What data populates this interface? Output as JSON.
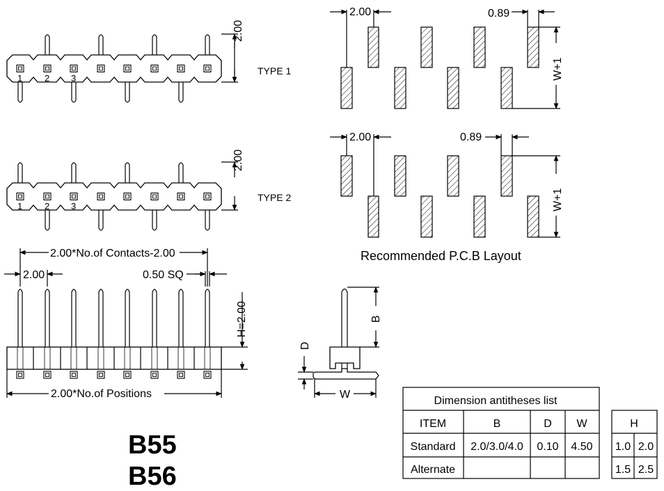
{
  "header_drawing": {
    "type1_label": "TYPE 1",
    "type2_label": "TYPE 2",
    "pitch_label": "2.00",
    "pin_numbers": [
      "1",
      "2",
      "3"
    ],
    "contact_span_label": "2.00*No.of Contacts-2.00",
    "pitch_side_label": "2.00",
    "pin_size_label": "0.50 SQ",
    "h_label": "H=2.00",
    "positions_span_label": "2.00*No.of Positions",
    "b_label": "B",
    "d_label": "D",
    "w_label": "W"
  },
  "pcb_layout": {
    "pitch_label": "2.00",
    "pad_width_label": "0.89",
    "row_gap_label": "W+1",
    "caption": "Recommended P.C.B Layout"
  },
  "model_names": [
    "B55",
    "B56"
  ],
  "dimension_table": {
    "title": "Dimension antitheses list",
    "headers": [
      "ITEM",
      "B",
      "D",
      "W"
    ],
    "rows": [
      [
        "Standard",
        "2.0/3.0/4.0",
        "0.10",
        "4.50"
      ],
      [
        "Alternate",
        "",
        "",
        ""
      ]
    ]
  },
  "h_table": {
    "title": "H",
    "rows": [
      [
        "1.0",
        "2.0"
      ],
      [
        "1.5",
        "2.5"
      ]
    ]
  }
}
